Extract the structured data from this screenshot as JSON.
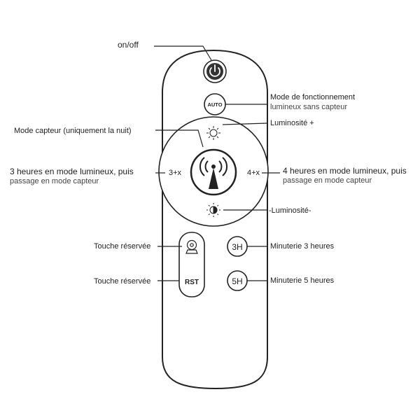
{
  "labels": {
    "on_off": "on/off",
    "auto_line1": "Mode de fonctionnement",
    "auto_line2": "lumineux sans capteur",
    "sensor_mode": "Mode capteur (uniquement la nuit)",
    "brightness_up": "Luminosité +",
    "left_3h_line1": "3 heures en mode lumineux, puis",
    "left_3h_line2": "passage en mode capteur",
    "right_4h_line1": "4 heures en mode lumineux, puis",
    "right_4h_line2": "passage en mode capteur",
    "brightness_down": "-Luminosité-",
    "reserved_top": "Touche réservée",
    "reserved_bottom": "Touche réservée",
    "timer_3h": "Minuterie 3 heures",
    "timer_5h": "Minuterie 5 heures"
  },
  "buttons": {
    "auto": "AUTO",
    "left_combo": "3+x",
    "right_combo": "4+x",
    "timer_3h": "3H",
    "timer_5h": "5H",
    "reset": "RST"
  },
  "icons": {
    "power": "power-icon",
    "sun_up": "sun-outline-icon",
    "sun_down": "sun-half-icon",
    "sensor": "antenna-signal-icon",
    "camera": "camera-icon"
  },
  "colors": {
    "stroke": "#222222",
    "background": "#ffffff"
  }
}
